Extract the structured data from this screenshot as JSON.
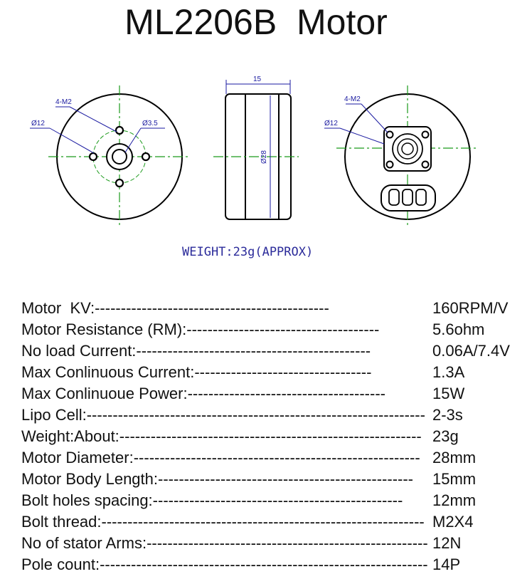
{
  "title": "ML2206B  Motor",
  "drawing": {
    "left_view": {
      "labels": {
        "bolt": "4-M2",
        "dia12": "Ø12",
        "shaft": "Ø3.5"
      }
    },
    "side_view": {
      "labels": {
        "width": "15",
        "dia": "Ø28"
      }
    },
    "right_view": {
      "labels": {
        "bolt": "4-M2",
        "dia12": "Ø12"
      }
    }
  },
  "weight_note": "WEIGHT:23g(APPROX)",
  "specs": [
    {
      "label": "Motor  KV:",
      "dashes": "---------------------------------------------",
      "value": "160RPM/V"
    },
    {
      "label": "Motor Resistance (RM):",
      "dashes": "-------------------------------------",
      "value": "5.6ohm"
    },
    {
      "label": "No load Current:",
      "dashes": "---------------------------------------------",
      "value": "0.06A/7.4V"
    },
    {
      "label": "Max Conlinuous Current:",
      "dashes": "----------------------------------",
      "value": "1.3A"
    },
    {
      "label": "Max Conlinuoue Power:",
      "dashes": "--------------------------------------",
      "value": "15W"
    },
    {
      "label": "Lipo Cell:",
      "dashes": "-----------------------------------------------------------------",
      "value": "2-3s"
    },
    {
      "label": "Weight:About:",
      "dashes": "----------------------------------------------------------",
      "value": "23g"
    },
    {
      "label": "Motor Diameter:",
      "dashes": "-------------------------------------------------------",
      "value": "28mm"
    },
    {
      "label": "Motor Body Length:",
      "dashes": "-------------------------------------------------",
      "value": "15mm"
    },
    {
      "label": "Bolt holes spacing:",
      "dashes": "------------------------------------------------",
      "value": "12mm"
    },
    {
      "label": "Bolt thread:",
      "dashes": "--------------------------------------------------------------",
      "value": "M2X4"
    },
    {
      "label": "No of stator Arms:",
      "dashes": "------------------------------------------------------",
      "value": "12N"
    },
    {
      "label": "Pole count:",
      "dashes": "---------------------------------------------------------------",
      "value": "14P"
    }
  ]
}
